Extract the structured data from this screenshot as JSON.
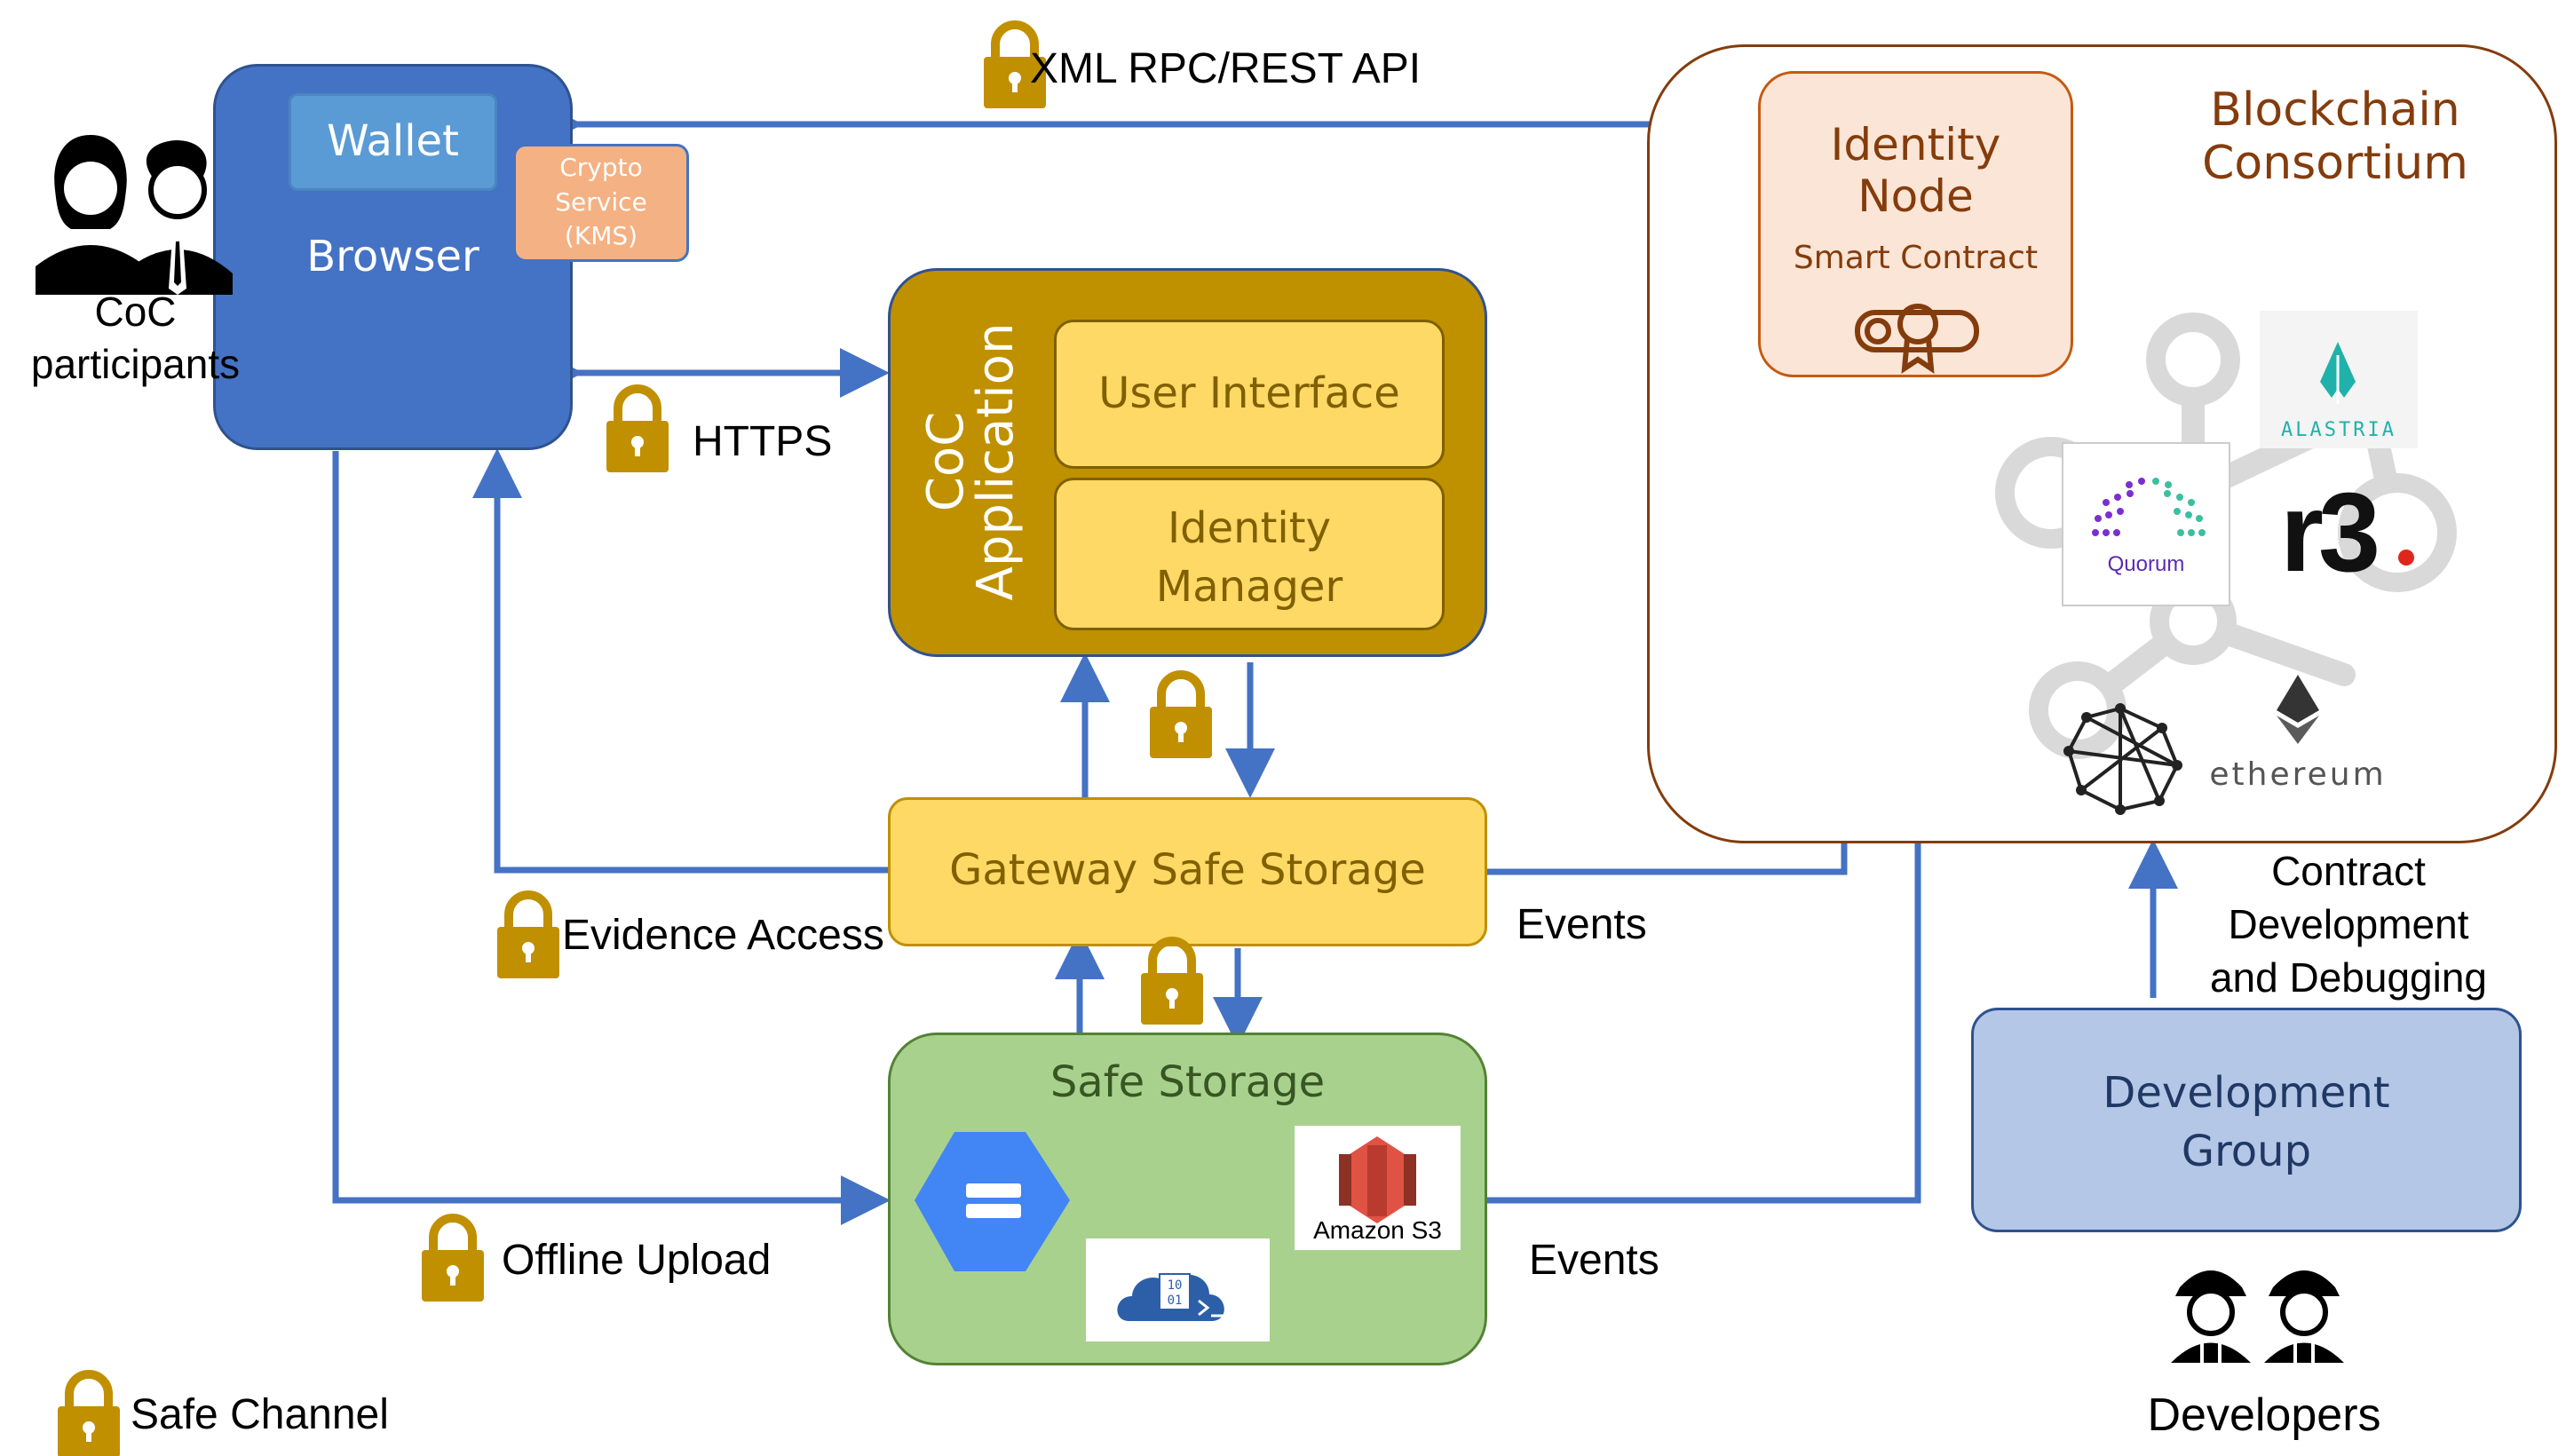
{
  "participants": {
    "label_line1": "CoC",
    "label_line2": "participants"
  },
  "browser": {
    "wallet_label": "Wallet",
    "browser_label": "Browser",
    "crypto": {
      "line1": "Crypto",
      "line2": "Service",
      "line3": "(KMS)"
    }
  },
  "channels": {
    "rpc_api": "XML RPC/REST API",
    "https": "HTTPS",
    "evidence_access": "Evidence Access",
    "offline_upload": "Offline Upload",
    "events_gateway": "Events",
    "events_storage": "Events",
    "safe_channel_legend": "Safe Channel"
  },
  "coc_application": {
    "title_line1": "CoC",
    "title_line2": "Application",
    "user_interface": "User Interface",
    "identity_manager_line1": "Identity",
    "identity_manager_line2": "Manager"
  },
  "gateway": {
    "label": "Gateway Safe Storage"
  },
  "safe_storage": {
    "label": "Safe Storage",
    "amazon_s3": "Amazon S3"
  },
  "blockchain": {
    "title_line1": "Blockchain",
    "title_line2": "Consortium",
    "identity_node_line1": "Identity",
    "identity_node_line2": "Node",
    "smart_contract": "Smart Contract",
    "logos": {
      "alastria": "ALASTRIA",
      "quorum": "Quorum",
      "r3": "r3",
      "ethereum": "ethereum"
    }
  },
  "developers": {
    "contract_line1": "Contract",
    "contract_line2": "Development",
    "contract_line3": "and Debugging",
    "group_line1": "Development",
    "group_line2": "Group",
    "label": "Developers"
  },
  "colors": {
    "arrow_blue": "#4472c4",
    "browser_blue": "#4472c4",
    "wallet_blue": "#5b9bd5",
    "coc_gold": "#bf9000",
    "inner_yellow": "#ffd966",
    "safe_green": "#a9d18e",
    "lock_gold": "#c09000",
    "blockchain_border": "#843c0c",
    "identity_node_fill": "#fbe5d6",
    "dev_group_fill": "#b4c7e7"
  }
}
